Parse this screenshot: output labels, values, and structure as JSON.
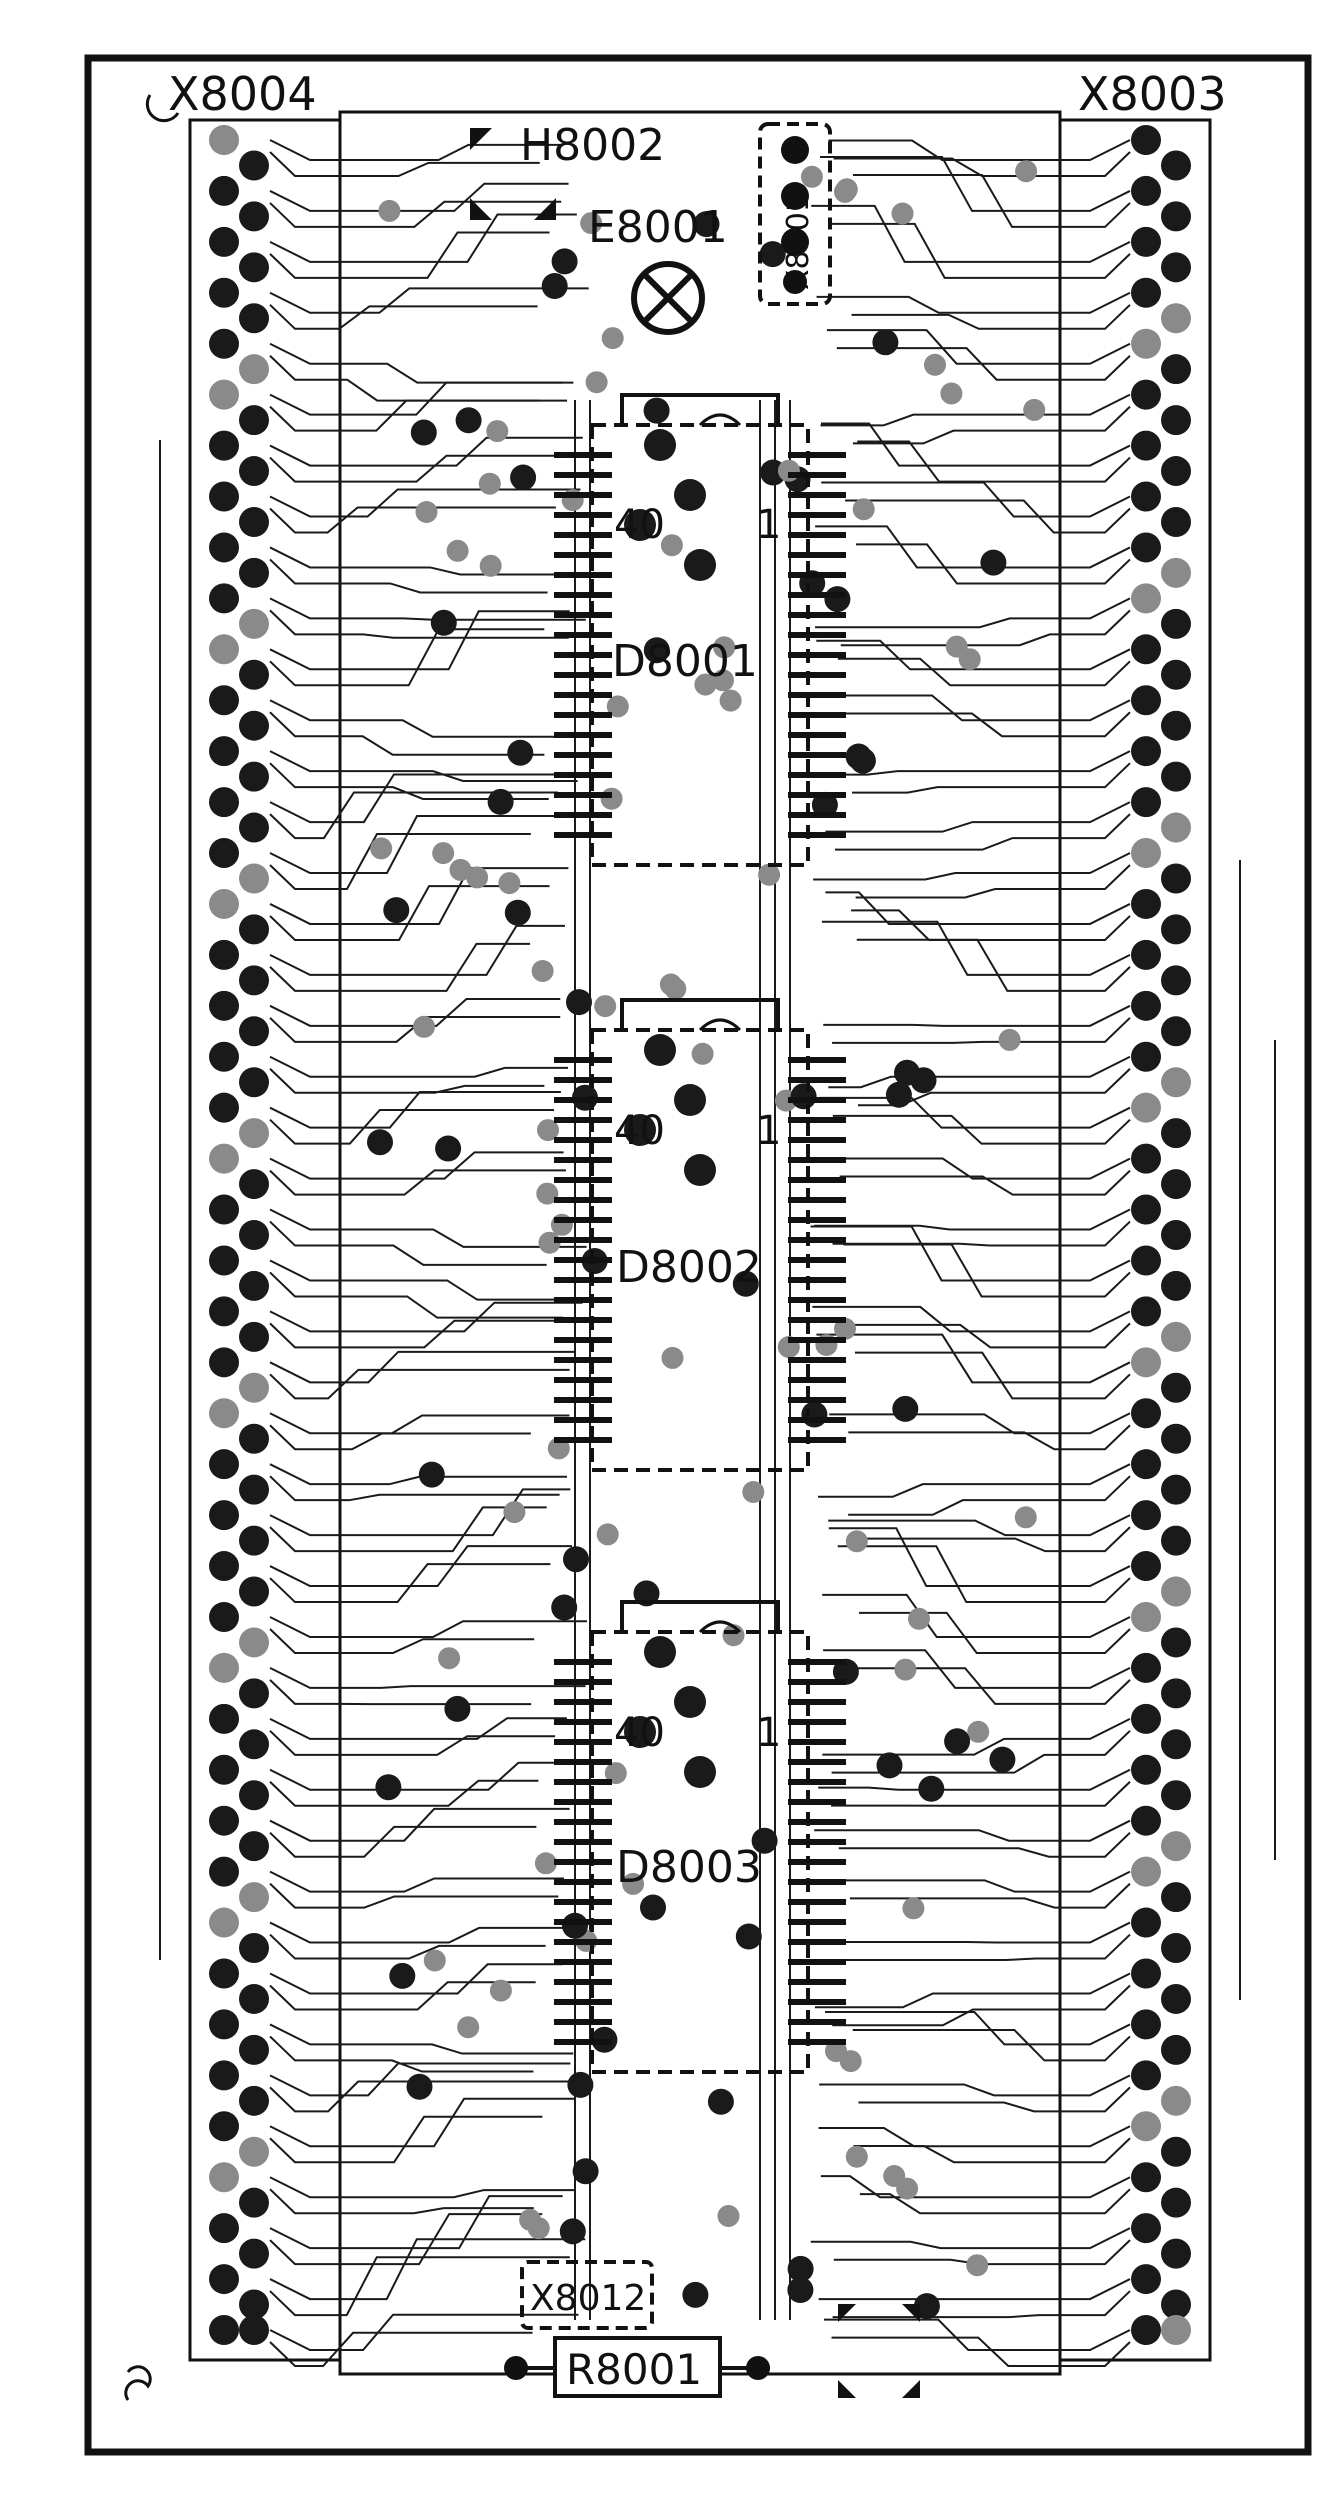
{
  "board": {
    "labels": {
      "header_left": "X8004",
      "header_right": "X8003",
      "holder": "H8002",
      "crystal": "E8001",
      "ic1": "D8001",
      "ic2": "D8002",
      "ic3": "D8003",
      "resistor": "R8001"
    },
    "ic_pin_labels": {
      "pin_last": "40",
      "pin_first": "1"
    },
    "partly_legible_labels": {
      "top_connector": "X8001",
      "bottom_connector": "X8012"
    },
    "colors": {
      "ink": "#111111",
      "copper": "#1a1a1a",
      "pad_fill": "#1a1a1a",
      "pad_light": "#8a8a8a",
      "background": "#ffffff"
    },
    "icon_names": [
      "crystal-icon",
      "mounting-mark-icon",
      "corner-mark-icon"
    ]
  }
}
